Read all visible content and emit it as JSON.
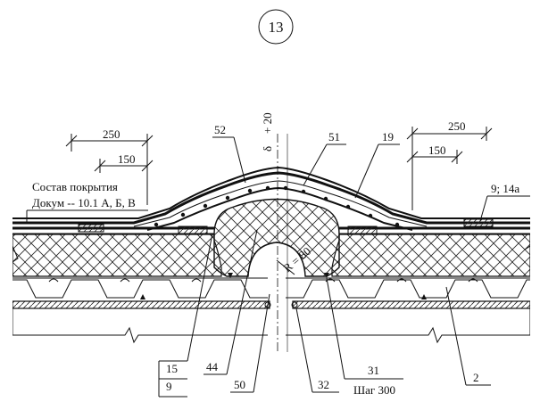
{
  "figure_number": "13",
  "composition": {
    "line1": "Состав покрытия",
    "line2": "Докум -- 10.1 А, Б, В"
  },
  "dimensions": {
    "left_250": "250",
    "left_150": "150",
    "right_250": "250",
    "right_150": "150",
    "radius": "R = 80",
    "joint_gap": "δ",
    "joint_gap_tail": "+ 20"
  },
  "callouts": {
    "c52": "52",
    "c51": "51",
    "c19": "19",
    "c9_14a": "9; 14а",
    "c15": "15",
    "c9": "9",
    "c44": "44",
    "c50": "50",
    "c32": "32",
    "c31": "31",
    "c_step": "Шаг 300",
    "c2": "2"
  }
}
